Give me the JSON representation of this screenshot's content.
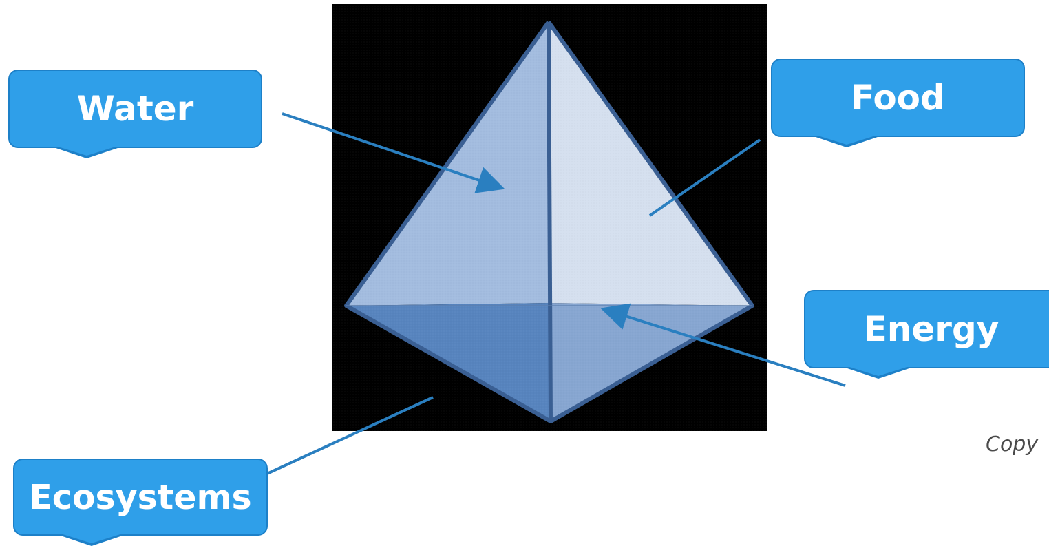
{
  "labels": {
    "water": "Water",
    "food": "Food",
    "energy": "Energy",
    "ecosystems": "Ecosystems"
  },
  "copyright": "Copy",
  "colors": {
    "callout_fill": "#2f9fe9",
    "callout_border": "#1d80c8",
    "arrow": "#2a7fc0",
    "background_panel": "#000000"
  },
  "icons": {
    "shape": "tetrahedron-pyramid"
  }
}
